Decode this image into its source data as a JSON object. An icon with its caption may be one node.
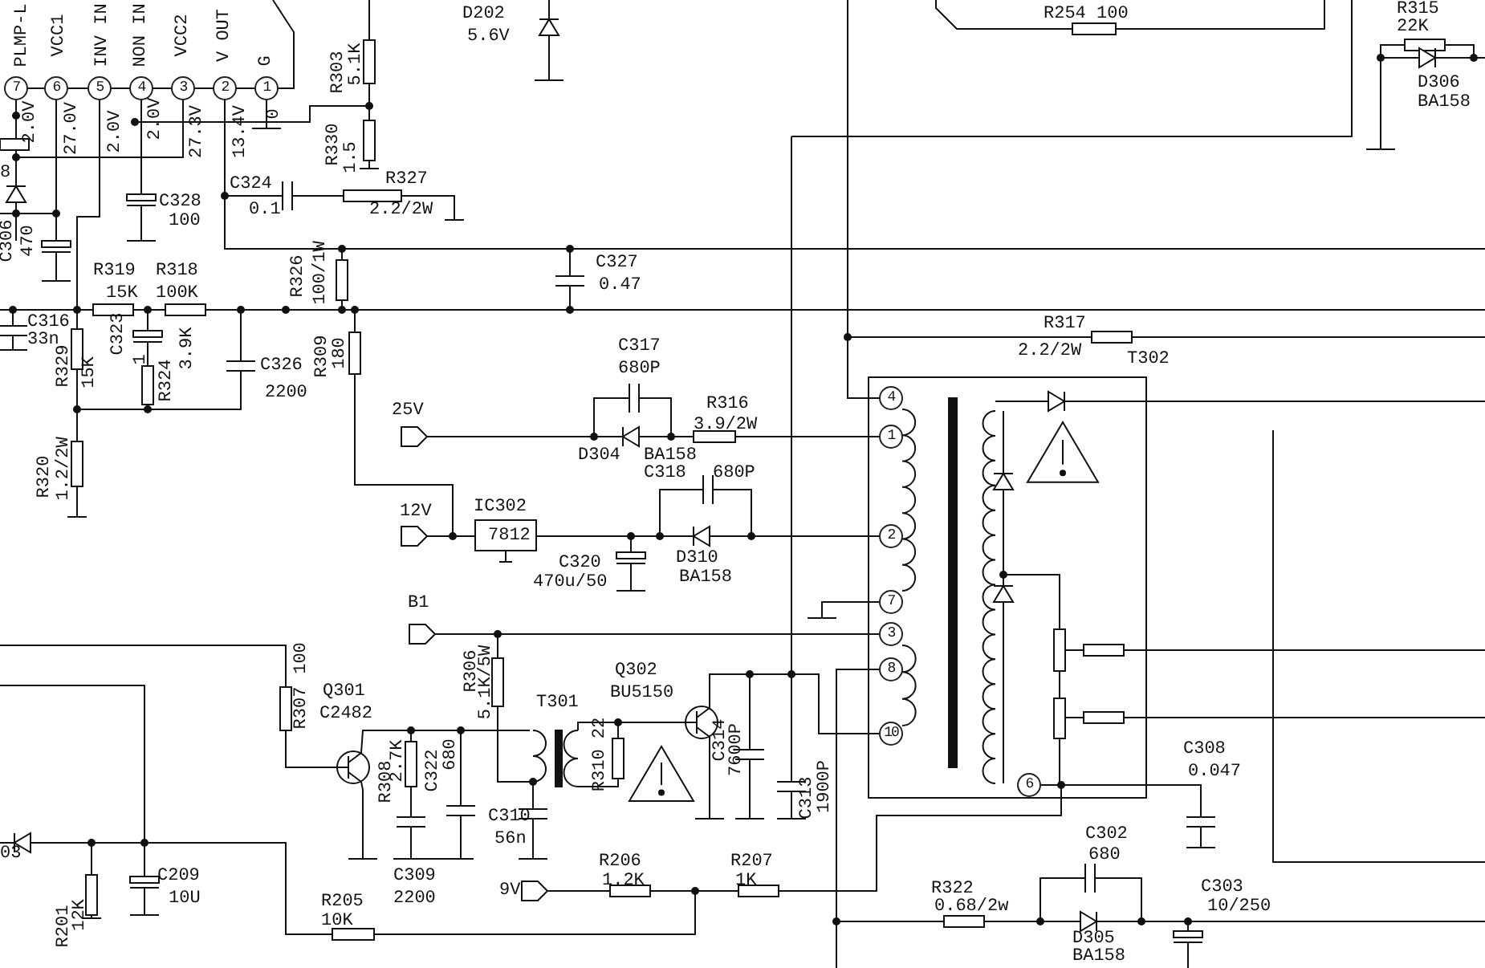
{
  "diagram": {
    "labels": [
      "PLMP-L",
      "VCC1",
      "INV IN",
      "NON IN",
      "VCC2",
      "V OUT",
      "G",
      "7",
      "6",
      "5",
      "4",
      "3",
      "2",
      "1",
      "2.0V",
      "27.0V",
      "2.0V",
      "2.0V",
      "27.3V",
      "13.4V",
      "0",
      "R303",
      "5.1K",
      "R330",
      "1.5",
      "C324",
      "0.1",
      "R327",
      "2.2/2W",
      "C328",
      "100",
      "8",
      "C306",
      "470",
      "D202",
      "5.6V",
      "R254 100",
      "R315",
      "22K",
      "D306",
      "BA158",
      "C327",
      "0.47",
      "R326",
      "100/1W",
      "R319",
      "15K",
      "R318",
      "100K",
      "C316",
      "33n",
      "C323",
      "1",
      "R329",
      "15K",
      "R324",
      "3.9K",
      "C326",
      "2200",
      "R309",
      "180",
      "R320",
      "1.2/2W",
      "25V",
      "C317",
      "680P",
      "D304",
      "BA158",
      "R316",
      "3.9/2W",
      "12V",
      "IC302",
      "7812",
      "C318",
      "680P",
      "C320",
      "470u/50",
      "D310",
      "BA158",
      "R317",
      "2.2/2W",
      "T302",
      "4",
      "1",
      "2",
      "7",
      "3",
      "8",
      "10",
      "6",
      "B1",
      "100",
      "R307",
      "Q301",
      "C2482",
      "R306",
      "5.1K/5W",
      "T301",
      "Q302",
      "BU5150",
      "R308",
      "2.7K",
      "C322",
      "680",
      "C310",
      "56n",
      "R310 22",
      "C314",
      "7600P",
      "C313",
      "1900P",
      "C309",
      "2200",
      "C308",
      "0.047",
      "03",
      "C209",
      "10U",
      "R201",
      "12K",
      "R206",
      "1.2K",
      "9V",
      "R207",
      "1K",
      "R205",
      "10K",
      "C302",
      "680",
      "R322",
      "0.68/2w",
      "D305",
      "BA158",
      "C303",
      "10/250"
    ]
  }
}
